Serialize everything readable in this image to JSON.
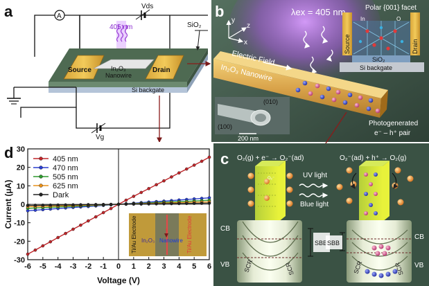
{
  "panel_a": {
    "label": "a",
    "ammeter": "A",
    "vds": "Vds",
    "wavelength": "405 nm",
    "sio2": "SiO₂",
    "source": "Source",
    "drain": "Drain",
    "nanowire_line1": "In₂O₃",
    "nanowire_line2": "Nanowire",
    "backgate": "Si backgate",
    "vg": "Vg"
  },
  "panel_b": {
    "label": "b",
    "lambda": "λex = 405 nm",
    "axis_y": "y",
    "axis_x": "x",
    "axis_z": "z",
    "electric_field": "Electric Field",
    "nanowire": "In₂O₃ Nanowire",
    "facet": "Polar {001} facet",
    "inset_in": "In",
    "inset_o": "O",
    "inset_source": "Source",
    "inset_drain": "Drain",
    "inset_sio2": "SiO₂",
    "inset_backgate": "Si backgate",
    "face_010": "(010)",
    "face_100": "(100)",
    "scale": "200 nm",
    "photogen_line1": "Photogenerated",
    "photogen_line2": "e⁻ – h⁺ pair"
  },
  "panel_c": {
    "label": "c",
    "eq_left": "O₂(g) + e⁻ → O₂⁻(ad)",
    "eq_right": "O₂⁻(ad) + h⁺ → O₂(g)",
    "uv_light": "UV light",
    "blue_light": "Blue light",
    "cb": "CB",
    "vb": "VB",
    "sbb": "SBB",
    "scr": "SCR",
    "o2": "O₂⁻"
  },
  "panel_d": {
    "label": "d",
    "inset_left": "Ti/Au Electrode",
    "inset_right": "Ti/Au Electrode",
    "inset_in2o3": "In₂O₃",
    "inset_nanowire": "Nanowire"
  },
  "colors": {
    "bg_dark": "#3f564a",
    "s405": "#c0262a",
    "s470": "#2a3fd0",
    "s505": "#2f9a2f",
    "s625": "#e8901a",
    "sdark": "#222222"
  },
  "chart_data": {
    "type": "line",
    "xlabel": "Voltage (V)",
    "ylabel": "Current (μA)",
    "xlim": [
      -6,
      6
    ],
    "ylim": [
      -30,
      30
    ],
    "xticks": [
      -6,
      -5,
      -4,
      -3,
      -2,
      -1,
      0,
      1,
      2,
      3,
      4,
      5,
      6
    ],
    "yticks": [
      -30,
      -20,
      -10,
      0,
      10,
      20,
      30
    ],
    "legend": "top-left",
    "x": [
      -6,
      -5.5,
      -5,
      -4.5,
      -4,
      -3.5,
      -3,
      -2.5,
      -2,
      -1.5,
      -1,
      -0.5,
      0,
      0.5,
      1,
      1.5,
      2,
      2.5,
      3,
      3.5,
      4,
      4.5,
      5,
      5.5,
      6
    ],
    "series": [
      {
        "name": "405 nm",
        "color": "#c0262a",
        "values": [
          -27,
          -24.8,
          -22.5,
          -20.3,
          -18,
          -15.8,
          -13.5,
          -11.3,
          -9,
          -6.8,
          -4.5,
          -2.3,
          0,
          2.2,
          4.3,
          6.4,
          8.5,
          10.6,
          12.7,
          14.8,
          17,
          19.1,
          21.2,
          23.3,
          25.5
        ]
      },
      {
        "name": "470 nm",
        "color": "#2a3fd0",
        "values": [
          -3.5,
          -3.2,
          -2.9,
          -2.6,
          -2.3,
          -2.0,
          -1.7,
          -1.45,
          -1.2,
          -0.9,
          -0.6,
          -0.3,
          0,
          0.3,
          0.6,
          0.9,
          1.2,
          1.45,
          1.7,
          2.0,
          2.3,
          2.6,
          2.9,
          3.2,
          3.5
        ]
      },
      {
        "name": "505 nm",
        "color": "#2f9a2f",
        "values": [
          -2.2,
          -2.0,
          -1.8,
          -1.6,
          -1.45,
          -1.25,
          -1.1,
          -0.9,
          -0.72,
          -0.55,
          -0.36,
          -0.18,
          0,
          0.18,
          0.36,
          0.55,
          0.72,
          0.9,
          1.1,
          1.25,
          1.45,
          1.6,
          1.8,
          2.0,
          2.2
        ]
      },
      {
        "name": "625 nm",
        "color": "#e8901a",
        "values": [
          -1.3,
          -1.2,
          -1.1,
          -1.0,
          -0.88,
          -0.77,
          -0.66,
          -0.55,
          -0.44,
          -0.33,
          -0.22,
          -0.11,
          0,
          0.11,
          0.22,
          0.33,
          0.44,
          0.55,
          0.66,
          0.77,
          0.88,
          1.0,
          1.1,
          1.2,
          1.3
        ]
      },
      {
        "name": "Dark",
        "color": "#222222",
        "values": [
          -0.6,
          -0.55,
          -0.5,
          -0.45,
          -0.4,
          -0.35,
          -0.3,
          -0.25,
          -0.2,
          -0.15,
          -0.1,
          -0.05,
          0,
          0.05,
          0.1,
          0.15,
          0.2,
          0.25,
          0.3,
          0.35,
          0.4,
          0.45,
          0.5,
          0.55,
          0.6
        ]
      }
    ]
  }
}
